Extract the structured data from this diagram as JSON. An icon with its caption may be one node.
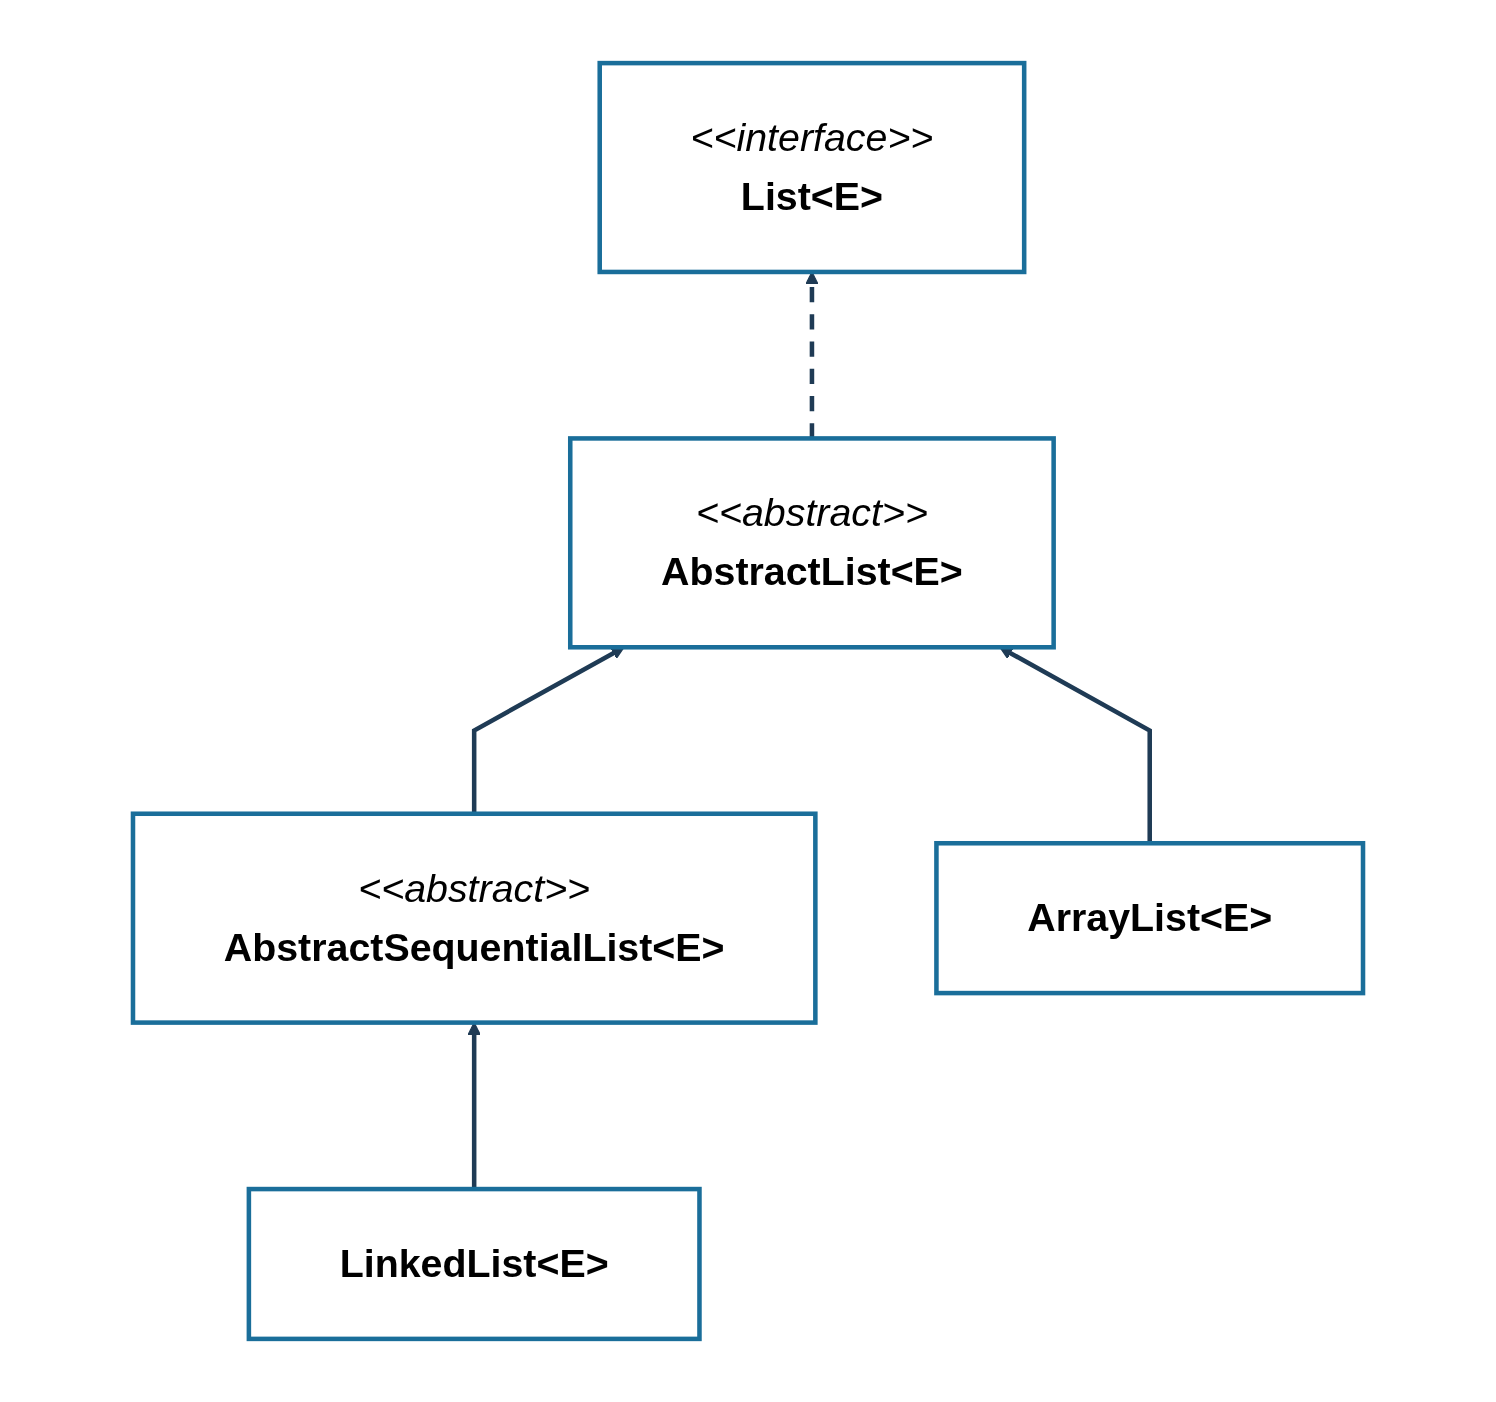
{
  "diagram": {
    "nodes": [
      {
        "text": [
          "<<interface>>",
          "List<E>"
        ]
      },
      {
        "text": [
          "<<abstract>>",
          "AbstractList<E>"
        ]
      },
      {
        "text": [
          "<<abstract>>",
          "AbstractSequentialList<E>"
        ]
      },
      {
        "text": [
          "LinkedList<E>"
        ]
      },
      {
        "text": [
          "ArrayList<E>"
        ]
      }
    ],
    "edges": [
      {
        "from": 1,
        "to": 0,
        "arrow": "to",
        "style": "dashed"
      },
      {
        "from": 2,
        "to": 1,
        "arrow": "to"
      },
      {
        "from": 4,
        "to": 1,
        "arrow": "to"
      },
      {
        "from": 3,
        "to": 2,
        "arrow": "to"
      }
    ]
  }
}
